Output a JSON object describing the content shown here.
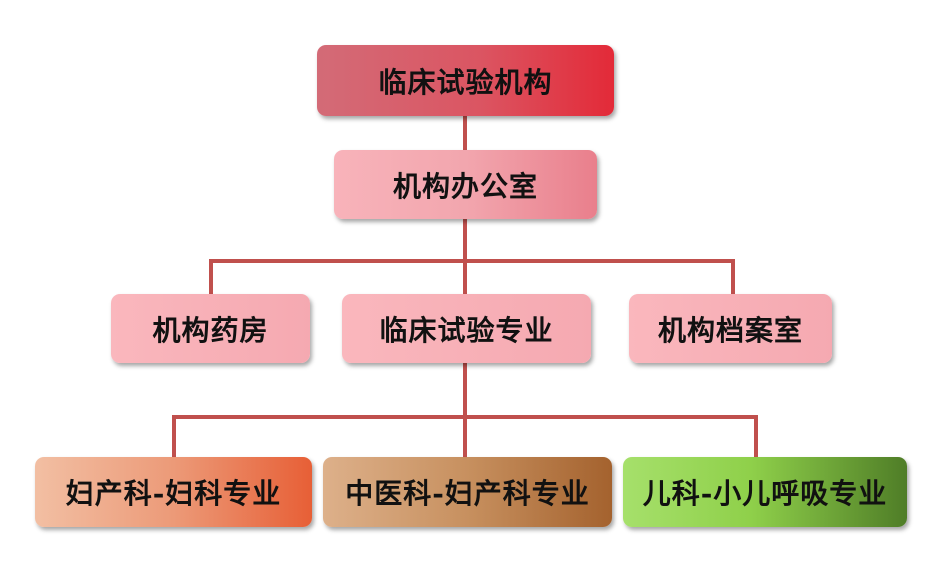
{
  "diagram": {
    "type": "org-chart",
    "connector_color": "#c0504d",
    "root": {
      "label": "临床试验机构",
      "color": "#db5562"
    },
    "office": {
      "label": "机构办公室",
      "color": "#f2a6ae"
    },
    "departments": [
      {
        "label": "机构药房",
        "color": "#f5a9b1"
      },
      {
        "label": "临床试验专业",
        "color": "#f5a9b1"
      },
      {
        "label": "机构档案室",
        "color": "#f5a9b1"
      }
    ],
    "specialties": [
      {
        "label": "妇产科-妇科专业",
        "color": "#ec9a78"
      },
      {
        "label": "中医科-妇产科专业",
        "color": "#c7905f"
      },
      {
        "label": "儿科-小儿呼吸专业",
        "color": "#8fd04a"
      }
    ]
  }
}
